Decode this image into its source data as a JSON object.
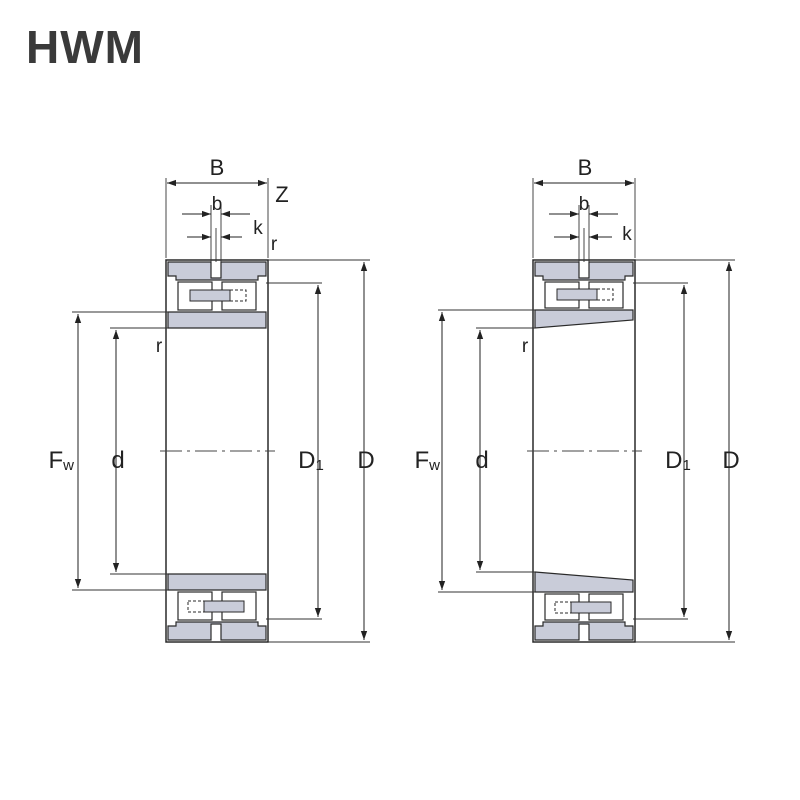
{
  "title": "HWM",
  "colors": {
    "ring_fill": "#c9ccd9",
    "outline": "#2a2a2a",
    "dim_line": "#222222",
    "background": "#ffffff"
  },
  "left_drawing": {
    "label_B": "B",
    "label_Z": "Z",
    "label_b": "b",
    "label_k": "k",
    "label_r_top": "r",
    "label_r_side": "r",
    "label_Fw_main": "F",
    "label_Fw_sub": "w",
    "label_d": "d",
    "label_D1_main": "D",
    "label_D1_sub": "1",
    "label_D": "D"
  },
  "right_drawing": {
    "label_B": "B",
    "label_b": "b",
    "label_k": "k",
    "label_r_side": "r",
    "label_Fw_main": "F",
    "label_Fw_sub": "w",
    "label_d": "d",
    "label_D1_main": "D",
    "label_D1_sub": "1",
    "label_D": "D"
  }
}
